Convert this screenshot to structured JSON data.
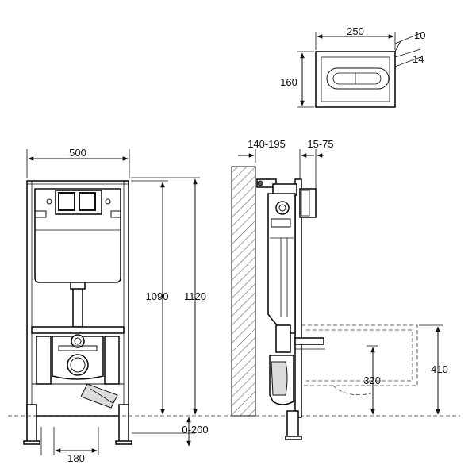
{
  "dimensions": {
    "plate_width": "250",
    "plate_depth_outer": "10",
    "plate_depth_inner": "14",
    "plate_height": "160",
    "frame_width": "500",
    "frame_height_inner": "1090",
    "frame_height_outer": "1120",
    "wall_offset": "140-195",
    "plate_offset": "15-75",
    "bowl_height": "410",
    "outlet_height": "320",
    "floor_adjust": "0-200",
    "foot_spacing": "180"
  }
}
